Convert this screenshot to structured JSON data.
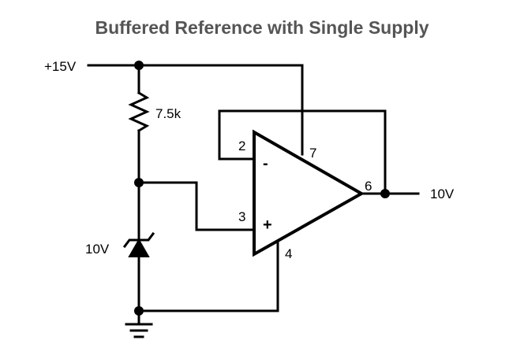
{
  "title": "Buffered Reference with Single Supply",
  "supply_label": "+15V",
  "resistor_label": "7.5k",
  "zener_label": "10V",
  "output_label": "10V",
  "pins": {
    "inverting": "2",
    "non_inverting": "3",
    "ground": "4",
    "output": "6",
    "vplus": "7"
  },
  "signs": {
    "minus": "-",
    "plus": "+"
  }
}
